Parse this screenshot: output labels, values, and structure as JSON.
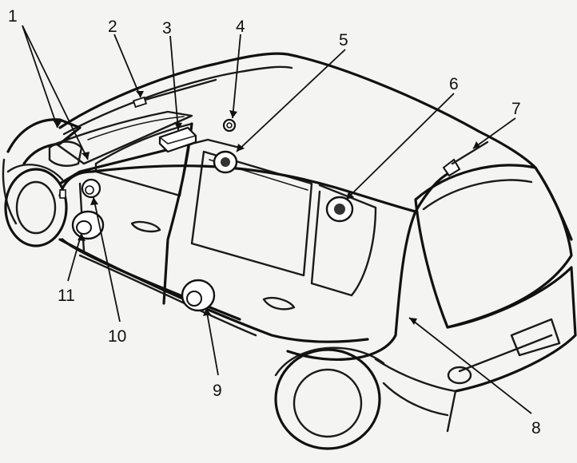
{
  "diagram": {
    "callouts": [
      {
        "id": "1",
        "label": "1"
      },
      {
        "id": "2",
        "label": "2"
      },
      {
        "id": "3",
        "label": "3"
      },
      {
        "id": "4",
        "label": "4"
      },
      {
        "id": "5",
        "label": "5"
      },
      {
        "id": "6",
        "label": "6"
      },
      {
        "id": "7",
        "label": "7"
      },
      {
        "id": "8",
        "label": "8"
      },
      {
        "id": "9",
        "label": "9"
      },
      {
        "id": "10",
        "label": "10"
      },
      {
        "id": "11",
        "label": "11"
      }
    ],
    "colors": {
      "ink": "#1a1a1a",
      "paper": "#f4f4f2"
    }
  }
}
